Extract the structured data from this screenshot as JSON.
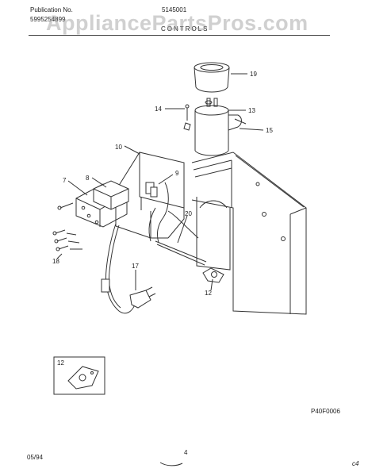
{
  "header": {
    "publication_label": "Publication No.",
    "publication_number": "5995254899",
    "model_code": "5145001",
    "section_title": "CONTROLS"
  },
  "watermark": "AppliancePartsPros.com",
  "callouts": {
    "c7": "7",
    "c8": "8",
    "c9": "9",
    "c10": "10",
    "c12a": "12",
    "c12b": "12",
    "c13": "13",
    "c14": "14",
    "c15": "15",
    "c17": "17",
    "c18": "18",
    "c19": "19",
    "c20": "20"
  },
  "drawing_code": "P40F0006",
  "footer": {
    "date": "05/94",
    "page": "4",
    "mark": "c4"
  }
}
